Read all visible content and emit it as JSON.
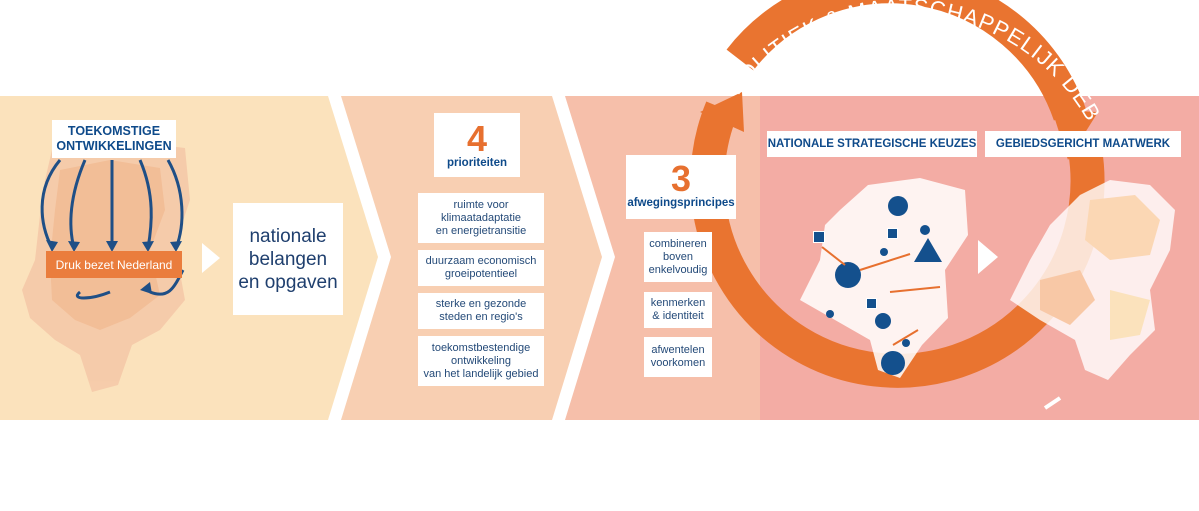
{
  "ring": {
    "title": "POLITIEK & MAATSCHAPPELIJK DEBAT",
    "color": "#e97430"
  },
  "stage1": {
    "heading_line1": "TOEKOMSTIGE",
    "heading_line2": "ONTWIKKELINGEN",
    "center_label": "Druk bezet Nederland",
    "color": "#fbe2bc"
  },
  "stage2": {
    "result_lines": [
      "nationale",
      "belangen",
      "en opgaven"
    ],
    "color": "#f8cfb2"
  },
  "priorities": {
    "number": "4",
    "label": "prioriteiten",
    "items": [
      "ruimte voor\nklimaatadaptatie\nen energietransitie",
      "duurzaam economisch\ngroeipotentieel",
      "sterke en gezonde\nsteden en regio's",
      "toekomstbestendige\nontwikkeling\nvan het landelijk gebied"
    ]
  },
  "principles": {
    "number": "3",
    "label": "afwegingsprincipes",
    "items": [
      "combineren\nboven\nenkelvoudig",
      "kenmerken\n& identiteit",
      "afwentelen\nvoorkomen"
    ]
  },
  "choices": {
    "left_heading": "NATIONALE STRATEGISCHE KEUZES",
    "right_heading": "GEBIEDSGERICHT MAATWERK"
  },
  "colors": {
    "navy": "#14508d",
    "orange": "#e7702f",
    "blush": "#f3aca4",
    "peach": "#f6bfaa"
  }
}
